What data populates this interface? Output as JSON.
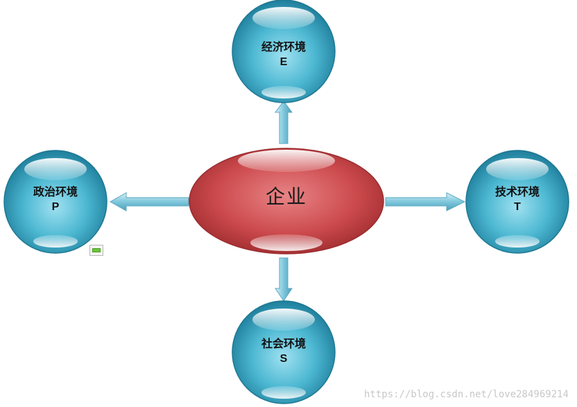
{
  "center": {
    "label": "企业"
  },
  "nodes": [
    {
      "id": "economic",
      "label": "经济环境",
      "letter": "E"
    },
    {
      "id": "political",
      "label": "政治环境",
      "letter": "P"
    },
    {
      "id": "technological",
      "label": "技术环境",
      "letter": "T"
    },
    {
      "id": "social",
      "label": "社会环境",
      "letter": "S"
    }
  ],
  "watermark": "https://blog.csdn.net/love284969214",
  "colors": {
    "sphere": "#3fa9c4",
    "center": "#c8474a",
    "arrow": "#8fd0e2"
  }
}
